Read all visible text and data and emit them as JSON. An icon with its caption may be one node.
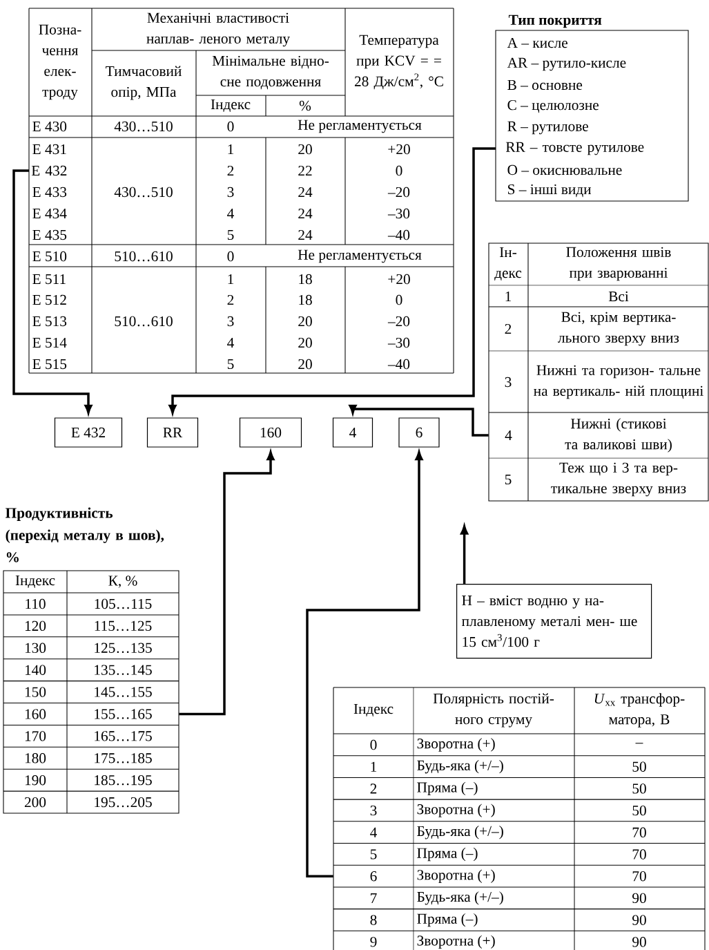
{
  "diagram": {
    "nodes": [
      {
        "text": [
          "E 432"
        ]
      },
      {
        "text": [
          "RR – товсте рутилове"
        ]
      },
      {
        "text": [
          "4"
        ]
      },
      {
        "text": [
          "E 432"
        ]
      },
      {
        "text": [
          "RR"
        ]
      },
      {
        "text": [
          "160"
        ]
      },
      {
        "text": [
          "4"
        ]
      },
      {
        "text": [
          "6"
        ]
      },
      {
        "text": [
          "155…165"
        ]
      },
      {
        "text": [
          "H – вміст водню у на- плавленому металі мен- ше 15 см$^{3}$/100 г"
        ]
      },
      {
        "text": [
          "6"
        ]
      }
    ],
    "edges": [
      {
        "from": 0,
        "to": 3,
        "arrow": "to"
      },
      {
        "from": 1,
        "to": 4,
        "arrow": "to"
      },
      {
        "from": 2,
        "to": 6,
        "arrow": "to"
      },
      {
        "from": 8,
        "to": 5,
        "arrow": "to"
      },
      {
        "from": 10,
        "to": 7,
        "arrow": "to"
      },
      {
        "from": 9,
        "to": null,
        "arrow": "to"
      }
    ],
    "labels": [
      "Позна- чення елек- троду",
      "Механічні властивості наплав- леного металу",
      "Температура при KCV = = 28 Дж/см$^{2}$, °C",
      "Тимчасовий опір, МПа",
      "Мінімальне відно- сне подовження",
      "Індекс",
      "%",
      "E 430",
      "430…510",
      "0",
      "Не регламентується",
      "E 431",
      "1",
      "20",
      "+20",
      "2",
      "22",
      "0",
      "E 433",
      "430…510",
      "3",
      "24",
      "–20",
      "E 434",
      "4",
      "24",
      "–30",
      "E 435",
      "5",
      "24",
      "–40",
      "E 510",
      "510…610",
      "0",
      "Не регламентується",
      "E 511",
      "1",
      "18",
      "+20",
      "E 512",
      "2",
      "18",
      "0",
      "E 513",
      "510…610",
      "3",
      "20",
      "–20",
      "E 514",
      "4",
      "20",
      "–30",
      "E 515",
      "5",
      "20",
      "–40",
      "Тип покриття",
      "A – кисле",
      "AR – рутило-кисле",
      "B – основне",
      "C – целюлозне",
      "R – рутилове",
      "O – окиснювальне",
      "S – інші види",
      "Ін- декс",
      "Положення швів при зварюванні",
      "1",
      "Всі",
      "2",
      "Всі, крім вертика- льного зверху вниз",
      "3",
      "Нижні та горизон- тальне на вертикаль- ній площині",
      "Нижні (стикові та валикові шви)",
      "5",
      "Теж що і 3 та вер- тикальне зверху вниз",
      "Продуктивність (перехід металу в шов), %",
      "Індекс",
      "К, %",
      "110",
      "105…115",
      "120",
      "115…125",
      "130",
      "125…135",
      "140",
      "135…145",
      "150",
      "145…155",
      "160",
      "170",
      "165…175",
      "180",
      "175…185",
      "190",
      "185…195",
      "200",
      "195…205",
      "Індекс",
      "Полярність постій- ного струму",
      "*U*$_{xx}$ трансфор- матора, В",
      "0",
      "Зворотна (+)",
      "–",
      "1",
      "Будь-яка (+/–)",
      "50",
      "2",
      "Пряма (–)",
      "50",
      "3",
      "Зворотна (+)",
      "50",
      "4",
      "Будь-яка (+/–)",
      "70",
      "5",
      "Пряма (–)",
      "70",
      "Зворотна (+)",
      "70",
      "7",
      "Будь-яка (+/–)",
      "90",
      "8",
      "Пряма (–)",
      "90",
      "9",
      "Зворотна (+)",
      "90"
    ]
  }
}
